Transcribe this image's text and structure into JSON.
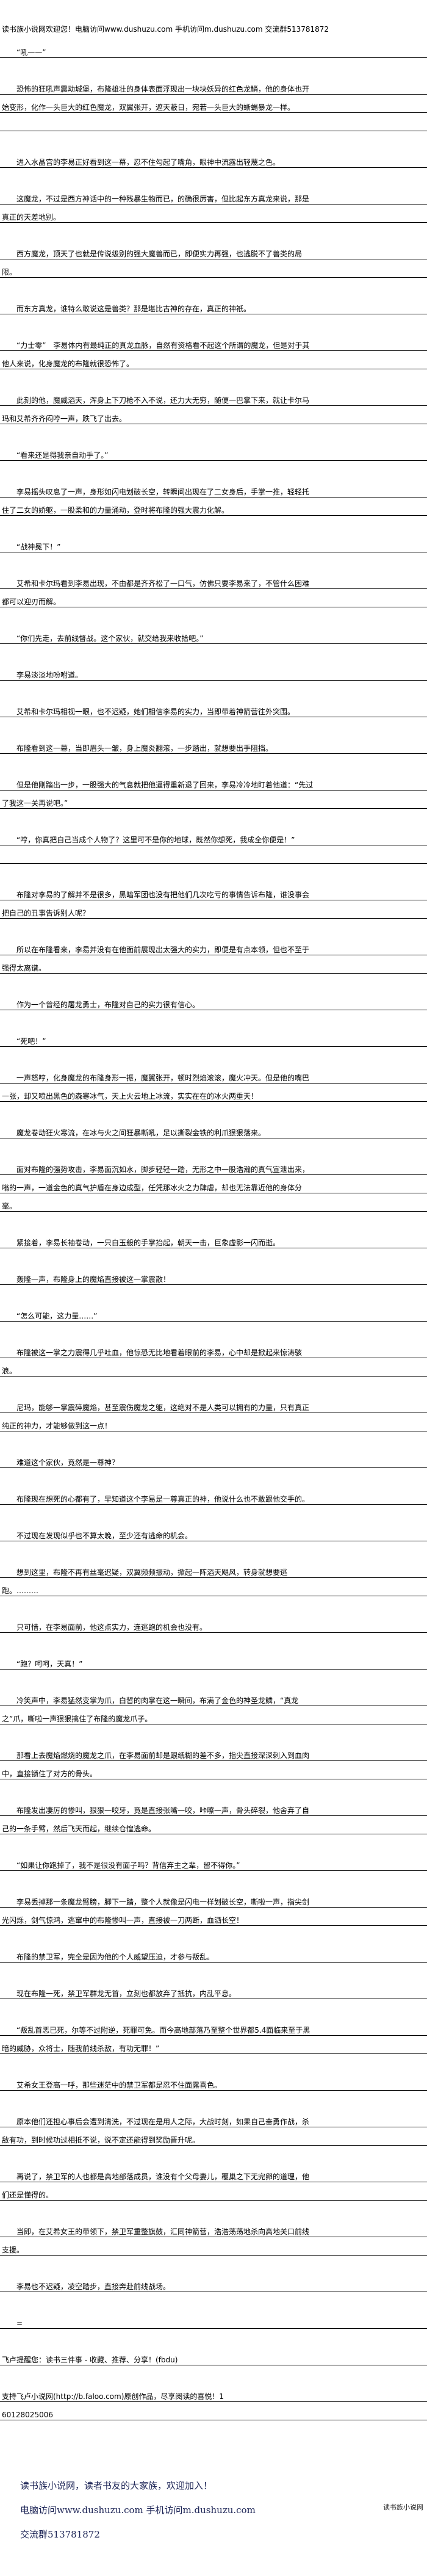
{
  "header": {
    "text": "读书族小说网欢迎您！电脑访问www.dushuzu.com 手机访问m.dushuzu.com 交流群513781872"
  },
  "paragraphs": [
    "“吼——”",
    "恐怖的狂吼声震动城堡，布隆雄壮的身体表面浮现出一块块妖异的红色龙鳞，他的身体也开始变形，化作一头巨大的红色魔龙，双翼张开，遮天蔽日，宛若一头巨大的蜥蜴暴龙一样。",
    "进入水晶宫的李易正好看到这一幕，忍不住勾起了嘴角，眼神中流露出轻蔑之色。",
    "这魔龙，不过是西方神话中的一种残暴生物而已，的确很厉害，但比起东方真龙来说，那是真正的天差地别。",
    "西方魔龙，顶天了也就是传说级别的强大魔兽而已，即便实力再强，也逃脱不了兽类的局限。",
    "而东方真龙，谁特么敢说这是兽类？那是堪比古神的存在，真正的神祇。",
    "“力士零”　李易体内有最纯正的真龙血脉，自然有资格看不起这个所谓的魔龙，但是对于其他人来说，化身魔龙的布隆就很恐怖了。",
    "此刻的他，魔威滔天，浑身上下刀枪不入不说，还力大无穷，随便一巴掌下来，就让卡尔马玛和艾希齐齐闷哼一声，跌飞了出去。",
    "“看来还是得我亲自动手了。”",
    "李易摇头叹息了一声，身形如闪电划破长空，转瞬间出现在了二女身后，手掌一推，轻轻托住了二女的娇躯，一股柔和的力量涌动，登时将布隆的强大震力化解。",
    "“战神冕下！”",
    "艾希和卡尔玛看到李易出现，不由都是齐齐松了一口气，仿佛只要李易来了，不管什么困难都可以迎刃而解。",
    "“你们先走，去前线督战。这个家伙，就交给我来收拾吧。”",
    "李易淡淡地吩咐道。",
    "艾希和卡尔玛相视一眼，也不迟疑，她们相信李易的实力，当即带着神箭营往外突围。",
    "布隆看到这一幕，当即眉头一皱，身上魔炎翻滚，一步踏出，就想要出手阻挡。",
    "但是他刚踏出一步，一股强大的气息就把他逼得重新退了回来，李易冷冷地盯着他道：“先过了我这一关再说吧。”",
    "“哼，你真把自己当成个人物了？这里可不是你的地球，既然你想死，我成全你便是！”",
    "布隆对李易的了解并不是很多，黑暗军团也没有把他们几次吃亏的事情告诉布隆，谁没事会把自己的丑事告诉别人呢？",
    "所以在布隆看来，李易并没有在他面前展现出太强大的实力，即便是有点本领，但也不至于强得太离谱。",
    "作为一个曾经的屠龙勇士，布隆对自己的实力很有信心。",
    "“死吧！”",
    "一声怒哼，化身魔龙的布隆身形一振，魔翼张开，顿时烈焰滚滚，魔火冲天。但是他的嘴巴一张，却又喷出黑色的森寒冰气，天上火云地上冰流，实实在在的冰火两重天！",
    "魔龙卷动狂火寒流，在冰与火之间狂暴嘶吼，足以撕裂金铁的利爪狠狠落来。",
    "面对布隆的强势攻击，李易面沉如水，脚步轻轻一踏，无形之中一股浩瀚的真气宣泄出来，嗡的一声，一道金色的真气护盾在身边成型，任凭那冰火之力肆虐，却也无法靠近他的身体分毫。",
    "紧接着，李易长袖卷动，一只白玉般的手掌抬起，朝天一击，巨象虚影一闪而逝。",
    "轰隆一声，布隆身上的魔焰直接被这一掌震散！",
    "“怎么可能，这力量……”",
    "布隆被这一掌之力震得几乎吐血，他惊恐无比地看着眼前的李易，心中却是掀起来惊涛骇浪。",
    "尼玛，能够一掌震碎魔焰，甚至震伤魔龙之躯，这绝对不是人类可以拥有的力量，只有真正纯正的神力，才能够做到这一点！",
    "难道这个家伙，竟然是一尊神？",
    "布隆现在想死的心都有了，早知道这个李易是一尊真正的神，他说什么也不敢跟他交手的。",
    "不过现在发现似乎也不算太晚，至少还有逃命的机会。",
    "想到这里，布隆不再有丝毫迟疑，双翼频频振动，掀起一阵滔天飓风，转身就想要逃跑。………",
    "只可惜，在李易面前，他这点实力，连逃跑的机会也没有。",
    "“跑？呵呵，天真！”",
    "冷笑声中，李易猛然变掌为爪，白皙的肉掌在这一瞬间，布满了金色的神圣龙鳞，“真龙之”爪，嘶啦一声狠狠擒住了布隆的魔龙爪子。",
    "那看上去魔焰燃烧的魔龙之爪，在李易面前却是跟纸糊的差不多，指尖直接深深刺入到血肉中，直接锁住了对方的骨头。",
    "布隆发出凄厉的惨叫，狠狠一咬牙，竟是直接张嘴一咬，咔嚓一声，骨头碎裂，他舍弃了自己的一条手臂，然后飞天而起，继续仓惶逃命。",
    "“如果让你跑掉了，我不是很没有面子吗？背信弃主之辈，留不得你。”",
    "李易丢掉那一条魔龙臂膀，脚下一踏，整个人就像是闪电一样划破长空，嘶啦一声，指尖剑光闪烁，剑气惊鸿，逃窜中的布隆惨叫一声，直接被一刀两断，血洒长空！",
    "布隆的禁卫军，完全是因为他的个人威望压迫，才参与叛乱。",
    "现在布隆一死，禁卫军群龙无首，立刻也都放弃了抵抗，内乱平息。",
    "“叛乱首恶已死，尔等不过附逆，死罪可免。而今高地部落乃至整个世界都5.4面临来至于黑暗的威胁，众将士，随我前线杀敌，有功无罪！”",
    "艾希女王登高一呼，那些迷茫中的禁卫军都是忍不住面露喜色。",
    "原本他们还担心事后会遭到清洗，不过现在是用人之际，大战时刻，如果自己奋勇作战，杀敌有功，到时候功过相抵不说，说不定还能得到奖励晋升呢。",
    "再说了，禁卫军的人也都是高地部落成员，谁没有个父母妻儿，覆巢之下无完卵的道理，他们还是懂得的。",
    "当即，在艾希女王的带领下，禁卫军重整旗鼓，汇同神箭营，浩浩荡荡地杀向高地关口前线支援。",
    "李易也不迟疑，凌空踏步，直接奔赴前线战场。",
    "="
  ],
  "notes": {
    "reminder": "飞卢提醒您：读书三件事 - 收藏、推荐、分享！(fbdu)",
    "support_lines": [
      "支持飞卢小说网(http://b.faloo.com)原创作品，尽享阅读的喜悦！1",
      "60128025006"
    ]
  },
  "footer": {
    "line1": "读书族小说网，读者书友的大家族，欢迎加入！",
    "line2": "电脑访问www.dushuzu.com 手机访问m.dushuzu.com",
    "line3": "交流群513781872",
    "brand": "读书族小说网"
  }
}
